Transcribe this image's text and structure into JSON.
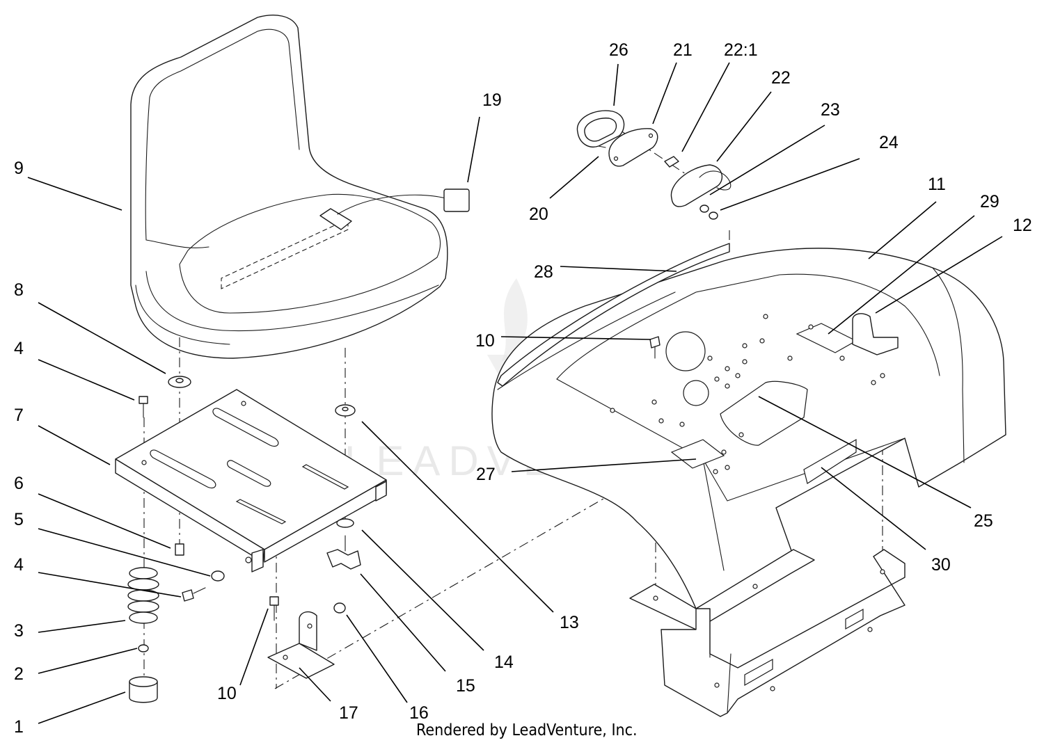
{
  "watermark_text": "LEADVENTURE",
  "credit": "Rendered by LeadVenture, Inc.",
  "callouts": [
    "1",
    "2",
    "3",
    "4",
    "4",
    "5",
    "6",
    "7",
    "8",
    "9",
    "10",
    "10",
    "11",
    "12",
    "13",
    "14",
    "15",
    "16",
    "17",
    "19",
    "20",
    "21",
    "22:1",
    "22",
    "23",
    "24",
    "25",
    "26",
    "27",
    "28",
    "29",
    "30"
  ]
}
